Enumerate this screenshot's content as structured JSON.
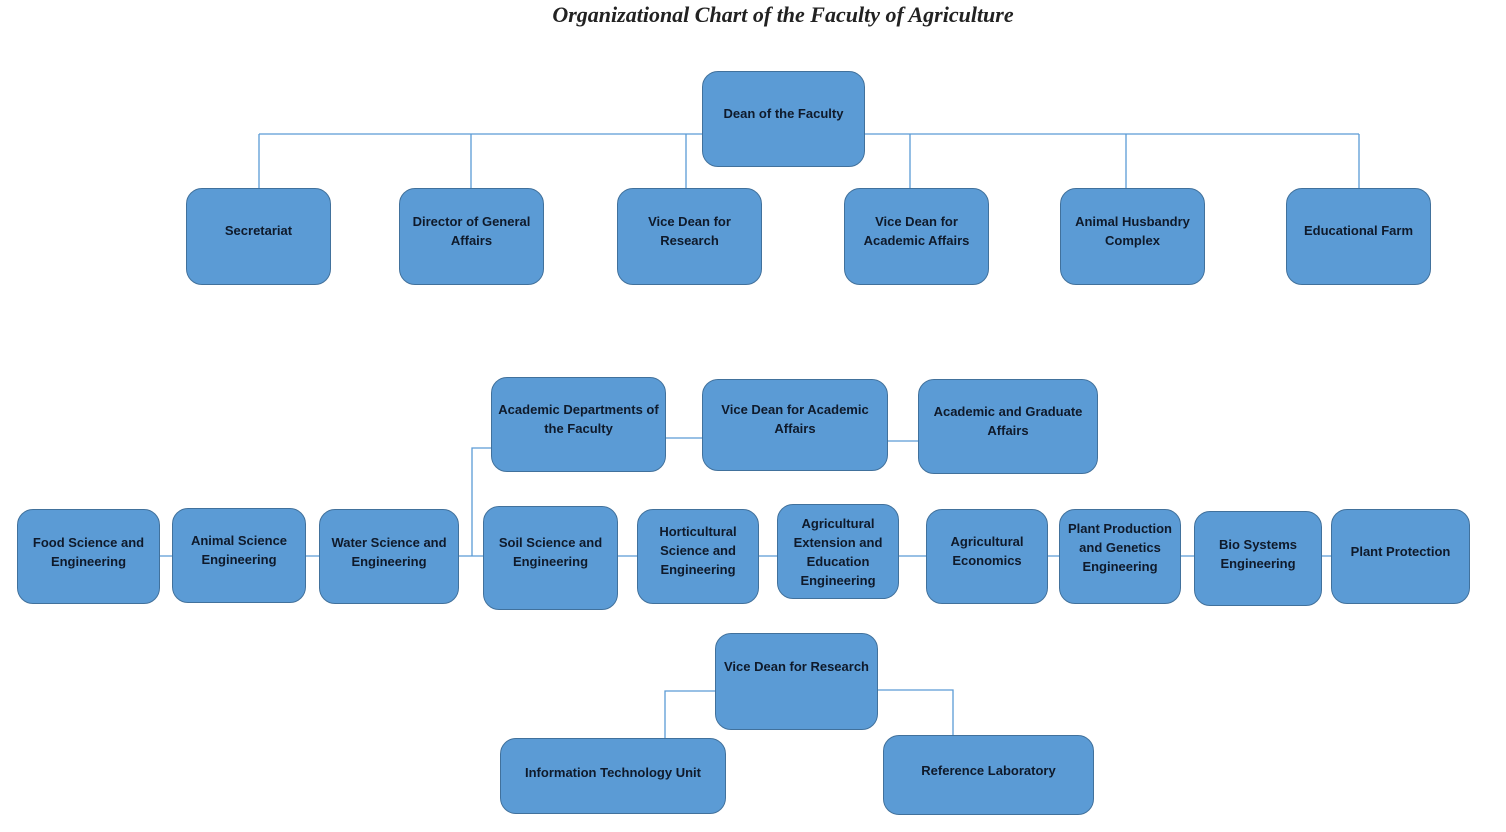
{
  "title": "Organizational Chart of the Faculty of Agriculture",
  "colors": {
    "node_fill": "#5b9bd5",
    "node_border": "#41719c",
    "connector": "#5b9bd5"
  },
  "top": {
    "root": "Dean of the Faculty",
    "children": [
      "Secretariat",
      "Director of General Affairs",
      "Vice Dean for Research",
      "Vice Dean for Academic Affairs",
      "Animal Husbandry Complex",
      "Educational Farm"
    ]
  },
  "academic": {
    "departments_head": "Academic Departments of the Faculty",
    "vice_dean": "Vice Dean for Academic Affairs",
    "graduate": "Academic and Graduate Affairs",
    "departments": [
      "Food Science and Engineering",
      "Animal Science Engineering",
      "Water Science and Engineering",
      "Soil Science and Engineering",
      "Horticultural Science and Engineering",
      "Agricultural Extension and Education Engineering",
      "Agricultural Economics",
      "Plant Production and Genetics Engineering",
      "Bio Systems Engineering",
      "Plant Protection"
    ]
  },
  "research": {
    "root": "Vice Dean for Research",
    "children": [
      "Information Technology Unit",
      "Reference Laboratory"
    ]
  }
}
